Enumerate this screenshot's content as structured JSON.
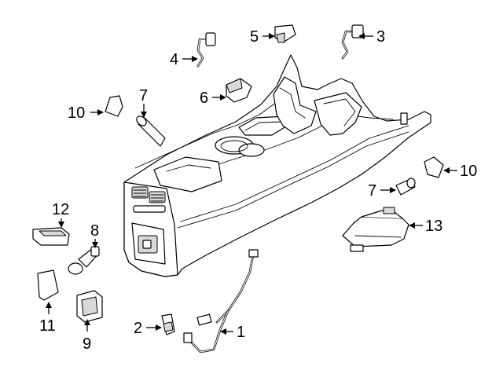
{
  "callouts": {
    "c1": "1",
    "c2": "2",
    "c3": "3",
    "c4": "4",
    "c5": "5",
    "c6": "6",
    "c7a": "7",
    "c7b": "7",
    "c8": "8",
    "c9": "9",
    "c10a": "10",
    "c10b": "10",
    "c11": "11",
    "c12": "12",
    "c13": "13"
  }
}
